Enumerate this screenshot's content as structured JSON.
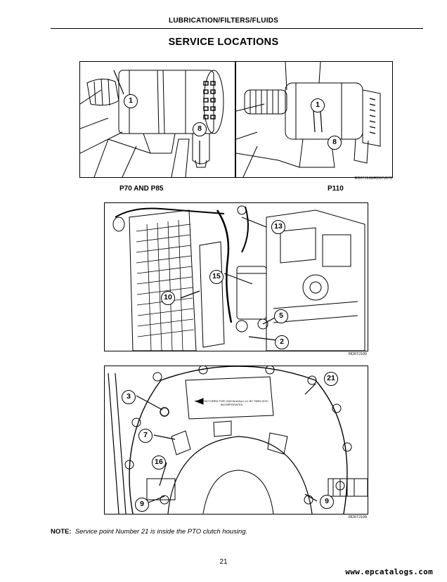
{
  "header": "LUBRICATION/FILTERS/FLUIDS",
  "title": "SERVICE LOCATIONS",
  "figures": {
    "top_left": {
      "caption": "P70 AND P85",
      "callouts": [
        "1",
        "8"
      ]
    },
    "top_right": {
      "caption": "P110",
      "ref": "RD07J108/RD07J073",
      "callouts": [
        "1",
        "8"
      ]
    },
    "middle": {
      "ref": "RD07J100",
      "callouts": [
        "13",
        "15",
        "10",
        "5",
        "2"
      ]
    },
    "bottom": {
      "ref": "RD07J109",
      "plate_text": "MANUFACTURED FOR CNH America LLC BY TWIN DISC INCORPORATED",
      "callouts": [
        "3",
        "21",
        "7",
        "16",
        "9",
        "9"
      ]
    }
  },
  "note": {
    "label": "NOTE:",
    "text": "Service point Number 21 is inside the PTO clutch housing."
  },
  "page_number": "21",
  "watermark": "www.epcatalogs.com"
}
